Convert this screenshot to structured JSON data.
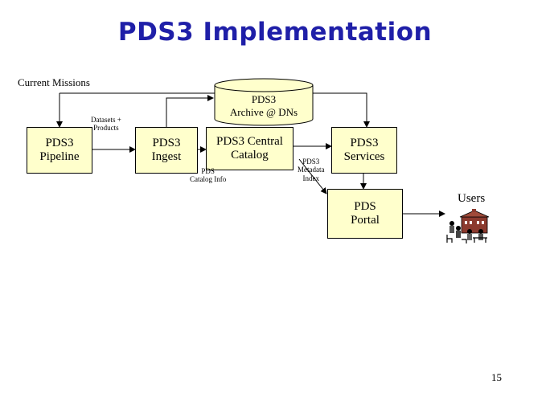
{
  "title": "PDS3 Implementation",
  "current_missions": "Current Missions",
  "archive": {
    "line1": "PDS3",
    "line2": "Archive @ DNs"
  },
  "datasets_label": {
    "line1": "Datasets +",
    "line2": "Products"
  },
  "pipeline": {
    "line1": "PDS3",
    "line2": "Pipeline"
  },
  "ingest": {
    "line1": "PDS3",
    "line2": "Ingest"
  },
  "central_catalog": {
    "line1": "PDS3 Central",
    "line2": "Catalog"
  },
  "catalog_info": {
    "line1": "PDS",
    "line2": "Catalog Info"
  },
  "metadata_label": {
    "line1": "PDS3",
    "line2": "Metadata",
    "line3": "Index"
  },
  "services": {
    "line1": "PDS3",
    "line2": "Services"
  },
  "portal": {
    "line1": "PDS",
    "line2": "Portal"
  },
  "users": "Users",
  "page_number": "15",
  "colors": {
    "title": "#1f1fa8",
    "box_fill": "#ffffcc",
    "users_building": "#8b3a2e"
  },
  "icons": {
    "users": "people-at-building-clipart"
  }
}
